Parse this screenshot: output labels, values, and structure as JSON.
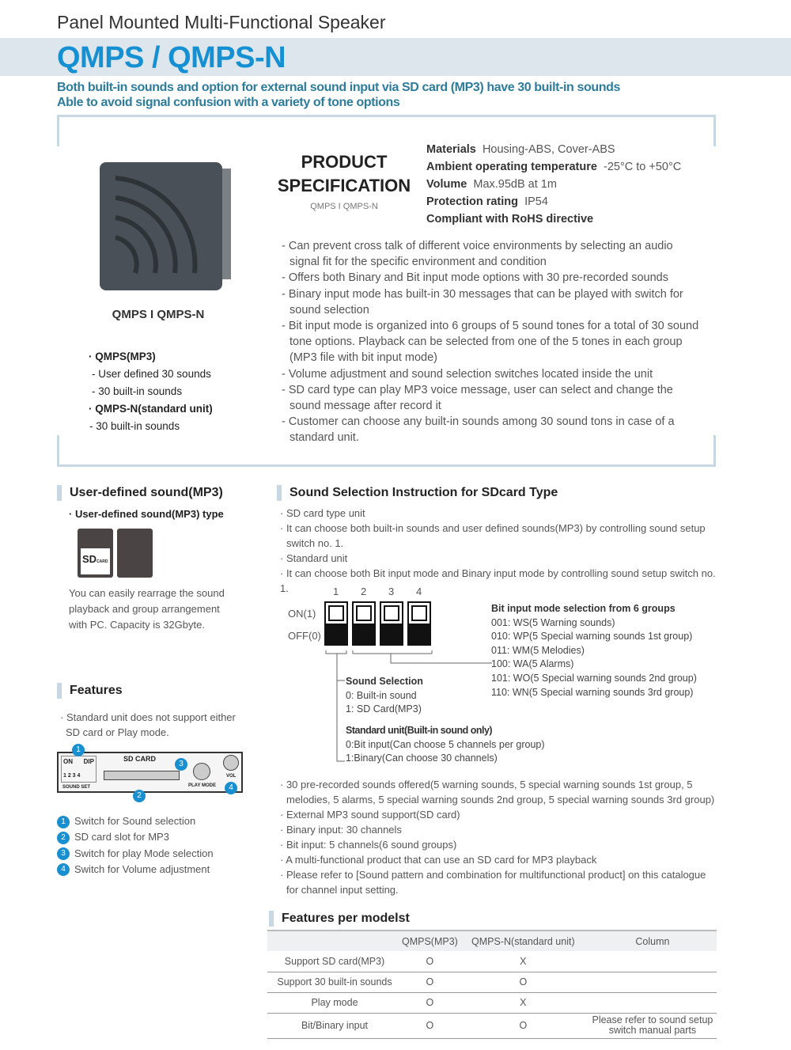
{
  "header": {
    "category": "Panel Mounted Multi-Functional Speaker",
    "title": "QMPS / QMPS-N",
    "subtitle1": "Both built-in sounds and option for external sound input via SD card (MP3) have 30 built-in sounds",
    "subtitle2": "Able to avoid signal confusion with a variety of tone options"
  },
  "product": {
    "model_caption": "QMPS I QMPS-N",
    "options": [
      "· QMPS(MP3)",
      "- User defined 30 sounds",
      "- 30 built-in sounds",
      "· QMPS-N(standard unit)",
      "- 30 built-in sounds"
    ]
  },
  "spec": {
    "heading1": "PRODUCT",
    "heading2": "SPECIFICATION",
    "models": "QMPS I QMPS-N",
    "rows": [
      {
        "label": "Materials",
        "value": "Housing-ABS, Cover-ABS"
      },
      {
        "label": "Ambient operating temperature",
        "value": "-25°C to +50°C"
      },
      {
        "label": "Volume",
        "value": "Max.95dB at 1m"
      },
      {
        "label": "Protection rating",
        "value": "IP54"
      },
      {
        "label": "Compliant with RoHS directive",
        "value": ""
      }
    ],
    "bullets": [
      "- Can prevent cross talk of different voice environments by selecting an audio signal fit for the specific environment and condition",
      "- Offers both Binary and Bit input mode options with 30 pre-recorded sounds",
      "- Binary input mode has built-in 30 messages that can be played with switch for sound selection",
      "- Bit input mode is organized into 6 groups of 5 sound tones for a total of 30 sound tone options. Playback can be selected from one of the 5 tones in each group (MP3 file with bit input mode)",
      "- Volume adjustment and sound selection switches located inside the unit",
      "- SD card type can play MP3 voice message, user can select and change the sound message after record it",
      "- Customer can choose any built-in sounds among 30 sound tons in case of a standard unit."
    ]
  },
  "user_defined": {
    "heading": "User-defined sound(MP3)",
    "type_label": "· User-defined sound(MP3) type",
    "sd_label": "SD",
    "sd_sub": "CARD",
    "desc": "You can easily rearrage the sound playback and group arrangement with PC. Capacity is 32Gbyte."
  },
  "features": {
    "heading": "Features",
    "note": "· Standard unit does not support either SD card or Play mode.",
    "panel": {
      "on": "ON",
      "dip": "DIP",
      "switch_nums": "1 2 3 4",
      "sound_set": "SOUND SET",
      "sd_card": "SD CARD",
      "play_mode": "PLAY MODE",
      "vol": "VOL"
    },
    "legend": [
      {
        "n": "1",
        "text": "Switch for Sound selection"
      },
      {
        "n": "2",
        "text": "SD card slot for MP3"
      },
      {
        "n": "3",
        "text": "Switch for play Mode selection"
      },
      {
        "n": "4",
        "text": "Switch for Volume adjustment"
      }
    ]
  },
  "instruction": {
    "heading": "Sound Selection Instruction for SDcard Type",
    "lines": [
      "· SD card type unit",
      "· It can choose both built-in sounds and user defined sounds(MP3) by controlling sound setup switch no. 1.",
      "· Standard unit",
      "· It can choose both Bit input mode and Binary input mode by controlling sound setup switch no. 1."
    ],
    "dip": {
      "nums": [
        "1",
        "2",
        "3",
        "4"
      ],
      "on": "ON(1)",
      "off": "OFF(0)"
    },
    "bit_heading": "Bit input mode selection from 6 groups",
    "bit_modes": [
      "001: WS(5 Warning sounds)",
      "010: WP(5 Special warning sounds 1st group)",
      "011: WM(5 Melodies)",
      "100: WA(5 Alarms)",
      "101: WO(5 Special warning sounds 2nd group)",
      "110: WN(5 Special warning sounds 3rd group)"
    ],
    "sound_sel": {
      "title": "Sound Selection",
      "l1": "0: Built-in sound",
      "l2": "1: SD Card(MP3)"
    },
    "std_unit": {
      "title": "Standard unit(Built-in sound only)",
      "l1": "0:Bit input(Can choose 5 channels per group)",
      "l2": "1:Binary(Can choose 30 channels)"
    },
    "features": [
      "· 30 pre-recorded sounds offered(5 warning sounds, 5 special warning sounds 1st group, 5 melodies, 5 alarms, 5 special warning sounds 2nd group, 5 special warning sounds 3rd group)",
      "· External MP3 sound support(SD card)",
      "· Binary input: 30 channels",
      "· Bit input: 5 channels(6 sound groups)",
      "· A multi-functional product that can use an SD card for MP3 playback",
      "· Please refer to [Sound pattern and combination for multifunctional product] on this catalogue for channel input setting."
    ]
  },
  "models_table": {
    "heading": "Features per modelst",
    "columns": [
      "",
      "QMPS(MP3)",
      "QMPS-N(standard unit)",
      "Column"
    ],
    "rows": [
      [
        "Support SD card(MP3)",
        "O",
        "X",
        ""
      ],
      [
        "Support 30 built-in sounds",
        "O",
        "O",
        ""
      ],
      [
        "Play mode",
        "O",
        "X",
        ""
      ],
      [
        "Bit/Binary input",
        "O",
        "O",
        "Please refer to sound setup switch manual parts"
      ]
    ]
  },
  "colors": {
    "accent": "#1590d2",
    "subtitle": "#2d7c9c",
    "band": "#dde6ec",
    "frame": "#c8d8e2"
  }
}
